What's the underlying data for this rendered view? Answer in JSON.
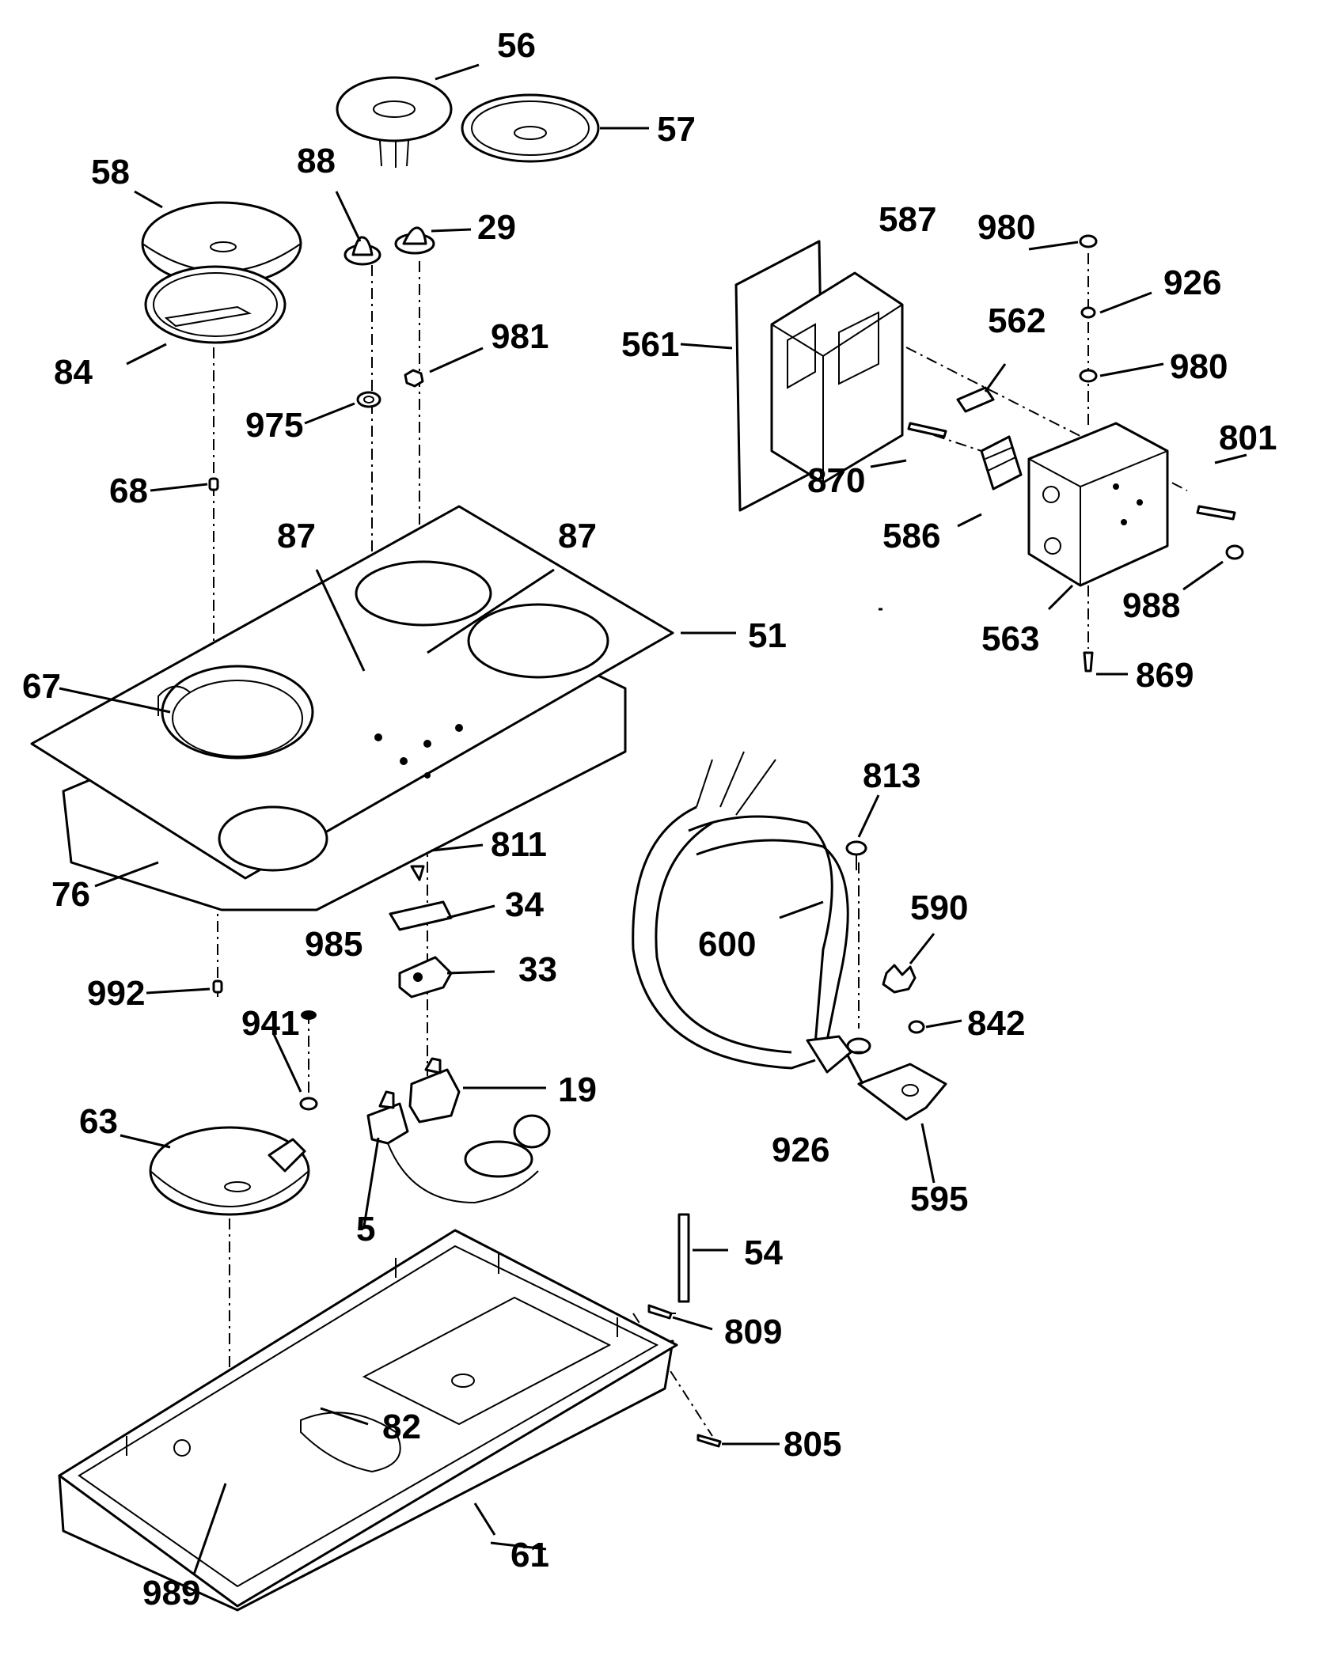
{
  "labels": {
    "l56": "56",
    "l57": "57",
    "l58": "58",
    "l88": "88",
    "l29": "29",
    "l587": "587",
    "l980a": "980",
    "l926a": "926",
    "l562": "562",
    "l561": "561",
    "l980b": "980",
    "l84": "84",
    "l981": "981",
    "l975": "975",
    "l801": "801",
    "l870": "870",
    "l68": "68",
    "l586": "586",
    "l87a": "87",
    "l87b": "87",
    "l988": "988",
    "l563": "563",
    "l51": "51",
    "l869": "869",
    "l67": "67",
    "l813": "813",
    "l811": "811",
    "l76": "76",
    "l34": "34",
    "l590": "590",
    "l985": "985",
    "l600": "600",
    "l33": "33",
    "l992": "992",
    "l941": "941",
    "l842": "842",
    "l63": "63",
    "l19": "19",
    "l926b": "926",
    "l595": "595",
    "l5": "5",
    "l54": "54",
    "l809": "809",
    "l82": "82",
    "l805": "805",
    "l61": "61",
    "l989": "989"
  }
}
